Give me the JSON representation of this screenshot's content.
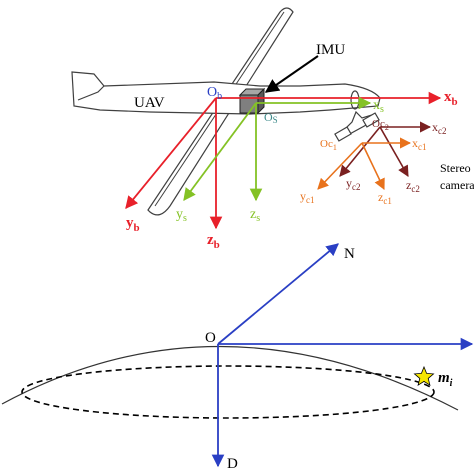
{
  "colors": {
    "body_frame": "#e8202a",
    "imu_frame": "#84c225",
    "camera1_frame": "#e8721c",
    "camera2_frame": "#7a2020",
    "ned_frame": "#2a3fc4",
    "outline": "#404040",
    "star": "#f6e600",
    "imu_box": "#7f7f7f"
  },
  "labels": {
    "imu": "IMU",
    "uav": "UAV",
    "stereo": "Stereo",
    "camera": "camera",
    "ob": {
      "main": "O",
      "sub": "b"
    },
    "os": {
      "main": "O",
      "sub": "S"
    },
    "oc1": {
      "main": "Oc",
      "sub": "1"
    },
    "oc2": {
      "main": "Oc",
      "sub": "2"
    },
    "xb": {
      "main": "x",
      "sub": "b"
    },
    "yb": {
      "main": "y",
      "sub": "b"
    },
    "zb": {
      "main": "z",
      "sub": "b"
    },
    "xs": {
      "main": "x",
      "sub": "s"
    },
    "ys": {
      "main": "y",
      "sub": "s"
    },
    "zs": {
      "main": "z",
      "sub": "s"
    },
    "xc1": {
      "main": "x",
      "sub": "c1"
    },
    "yc1": {
      "main": "y",
      "sub": "c1"
    },
    "zc1": {
      "main": "z",
      "sub": "c1"
    },
    "xc2": {
      "main": "x",
      "sub": "c2"
    },
    "yc2": {
      "main": "y",
      "sub": "c2"
    },
    "zc2": {
      "main": "z",
      "sub": "c2"
    },
    "o": "O",
    "n": "N",
    "d": "D",
    "mi": "m",
    "mi_sub": "i"
  }
}
